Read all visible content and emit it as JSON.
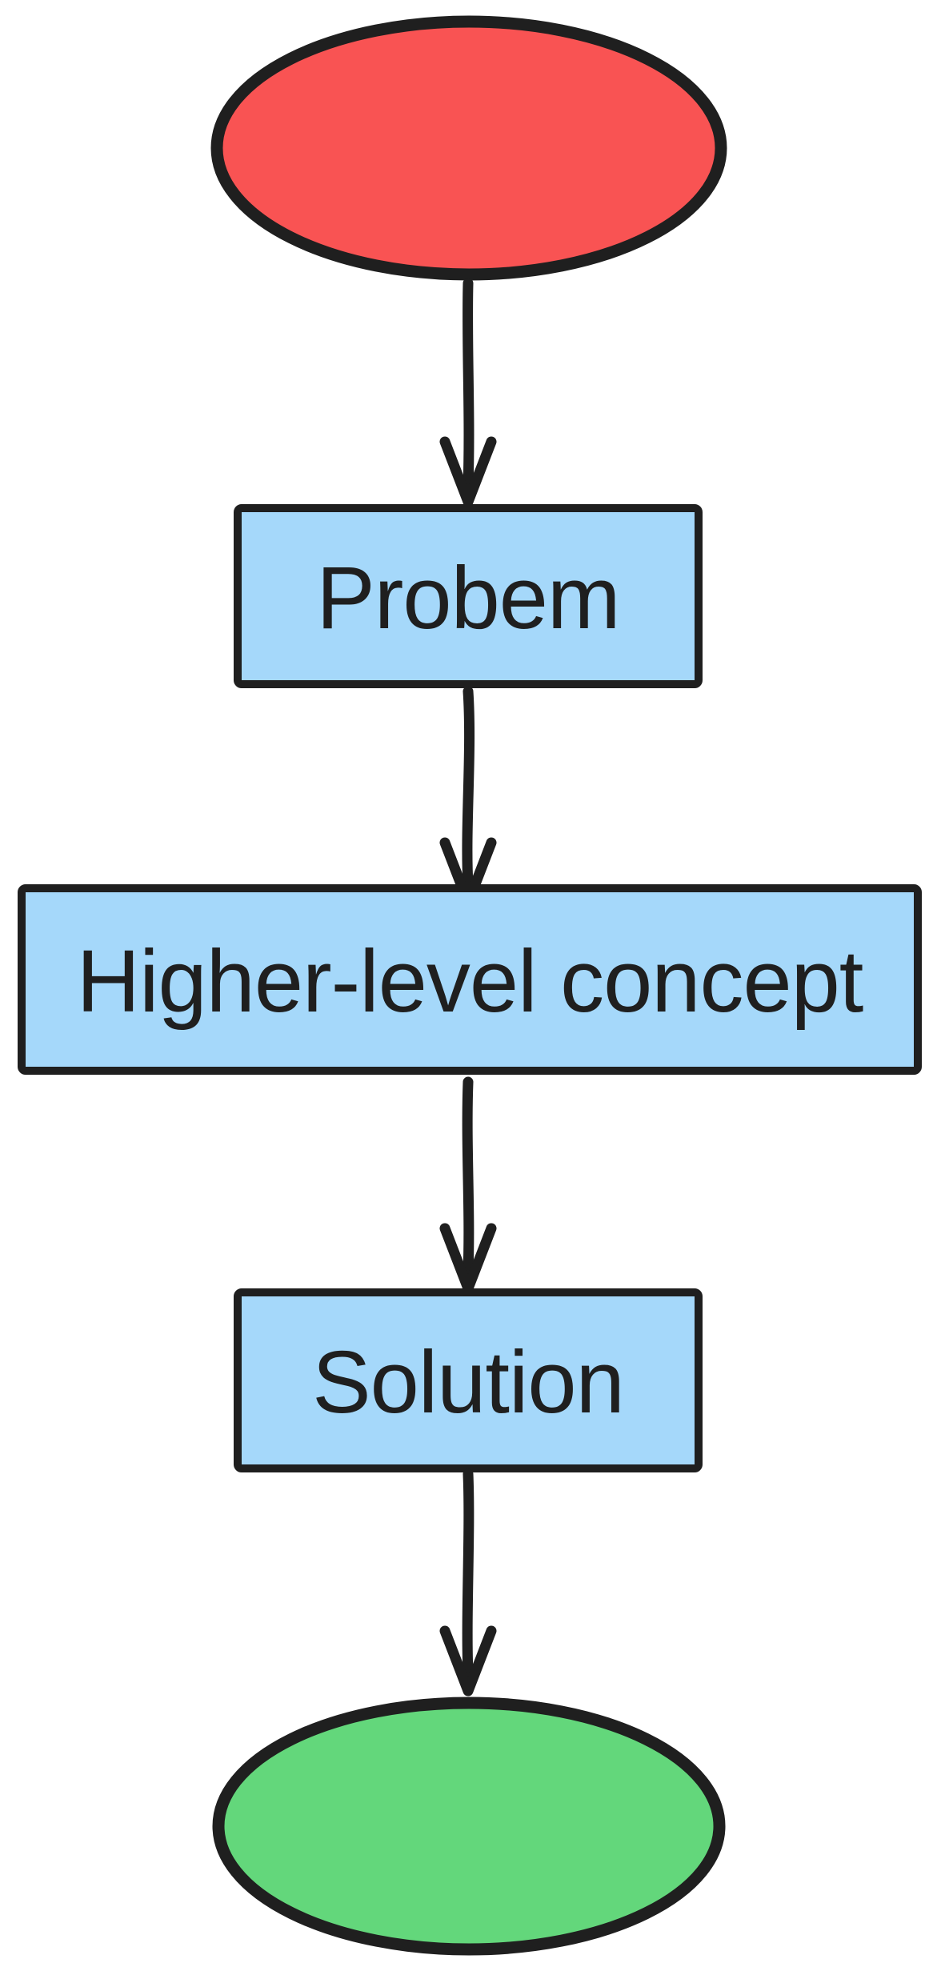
{
  "diagram": {
    "type": "flowchart",
    "background_color": "#ffffff",
    "stroke_color": "#1f1f1f",
    "text_color": "#1f1f1f",
    "nodes": [
      {
        "id": "start",
        "shape": "ellipse",
        "label": "",
        "fill": "#f95353"
      },
      {
        "id": "problem",
        "shape": "rectangle",
        "label": "Probem",
        "fill": "#a5d8fa"
      },
      {
        "id": "higher-level-concept",
        "shape": "rectangle",
        "label": "Higher-level concept",
        "fill": "#a5d8fa"
      },
      {
        "id": "solution",
        "shape": "rectangle",
        "label": "Solution",
        "fill": "#a5d8fa"
      },
      {
        "id": "end",
        "shape": "ellipse",
        "label": "",
        "fill": "#63d77b"
      }
    ],
    "edges": [
      {
        "from": "start",
        "to": "problem",
        "style": "arrow-down"
      },
      {
        "from": "problem",
        "to": "higher-level-concept",
        "style": "arrow-down"
      },
      {
        "from": "higher-level-concept",
        "to": "solution",
        "style": "arrow-down"
      },
      {
        "from": "solution",
        "to": "end",
        "style": "arrow-down"
      }
    ]
  }
}
